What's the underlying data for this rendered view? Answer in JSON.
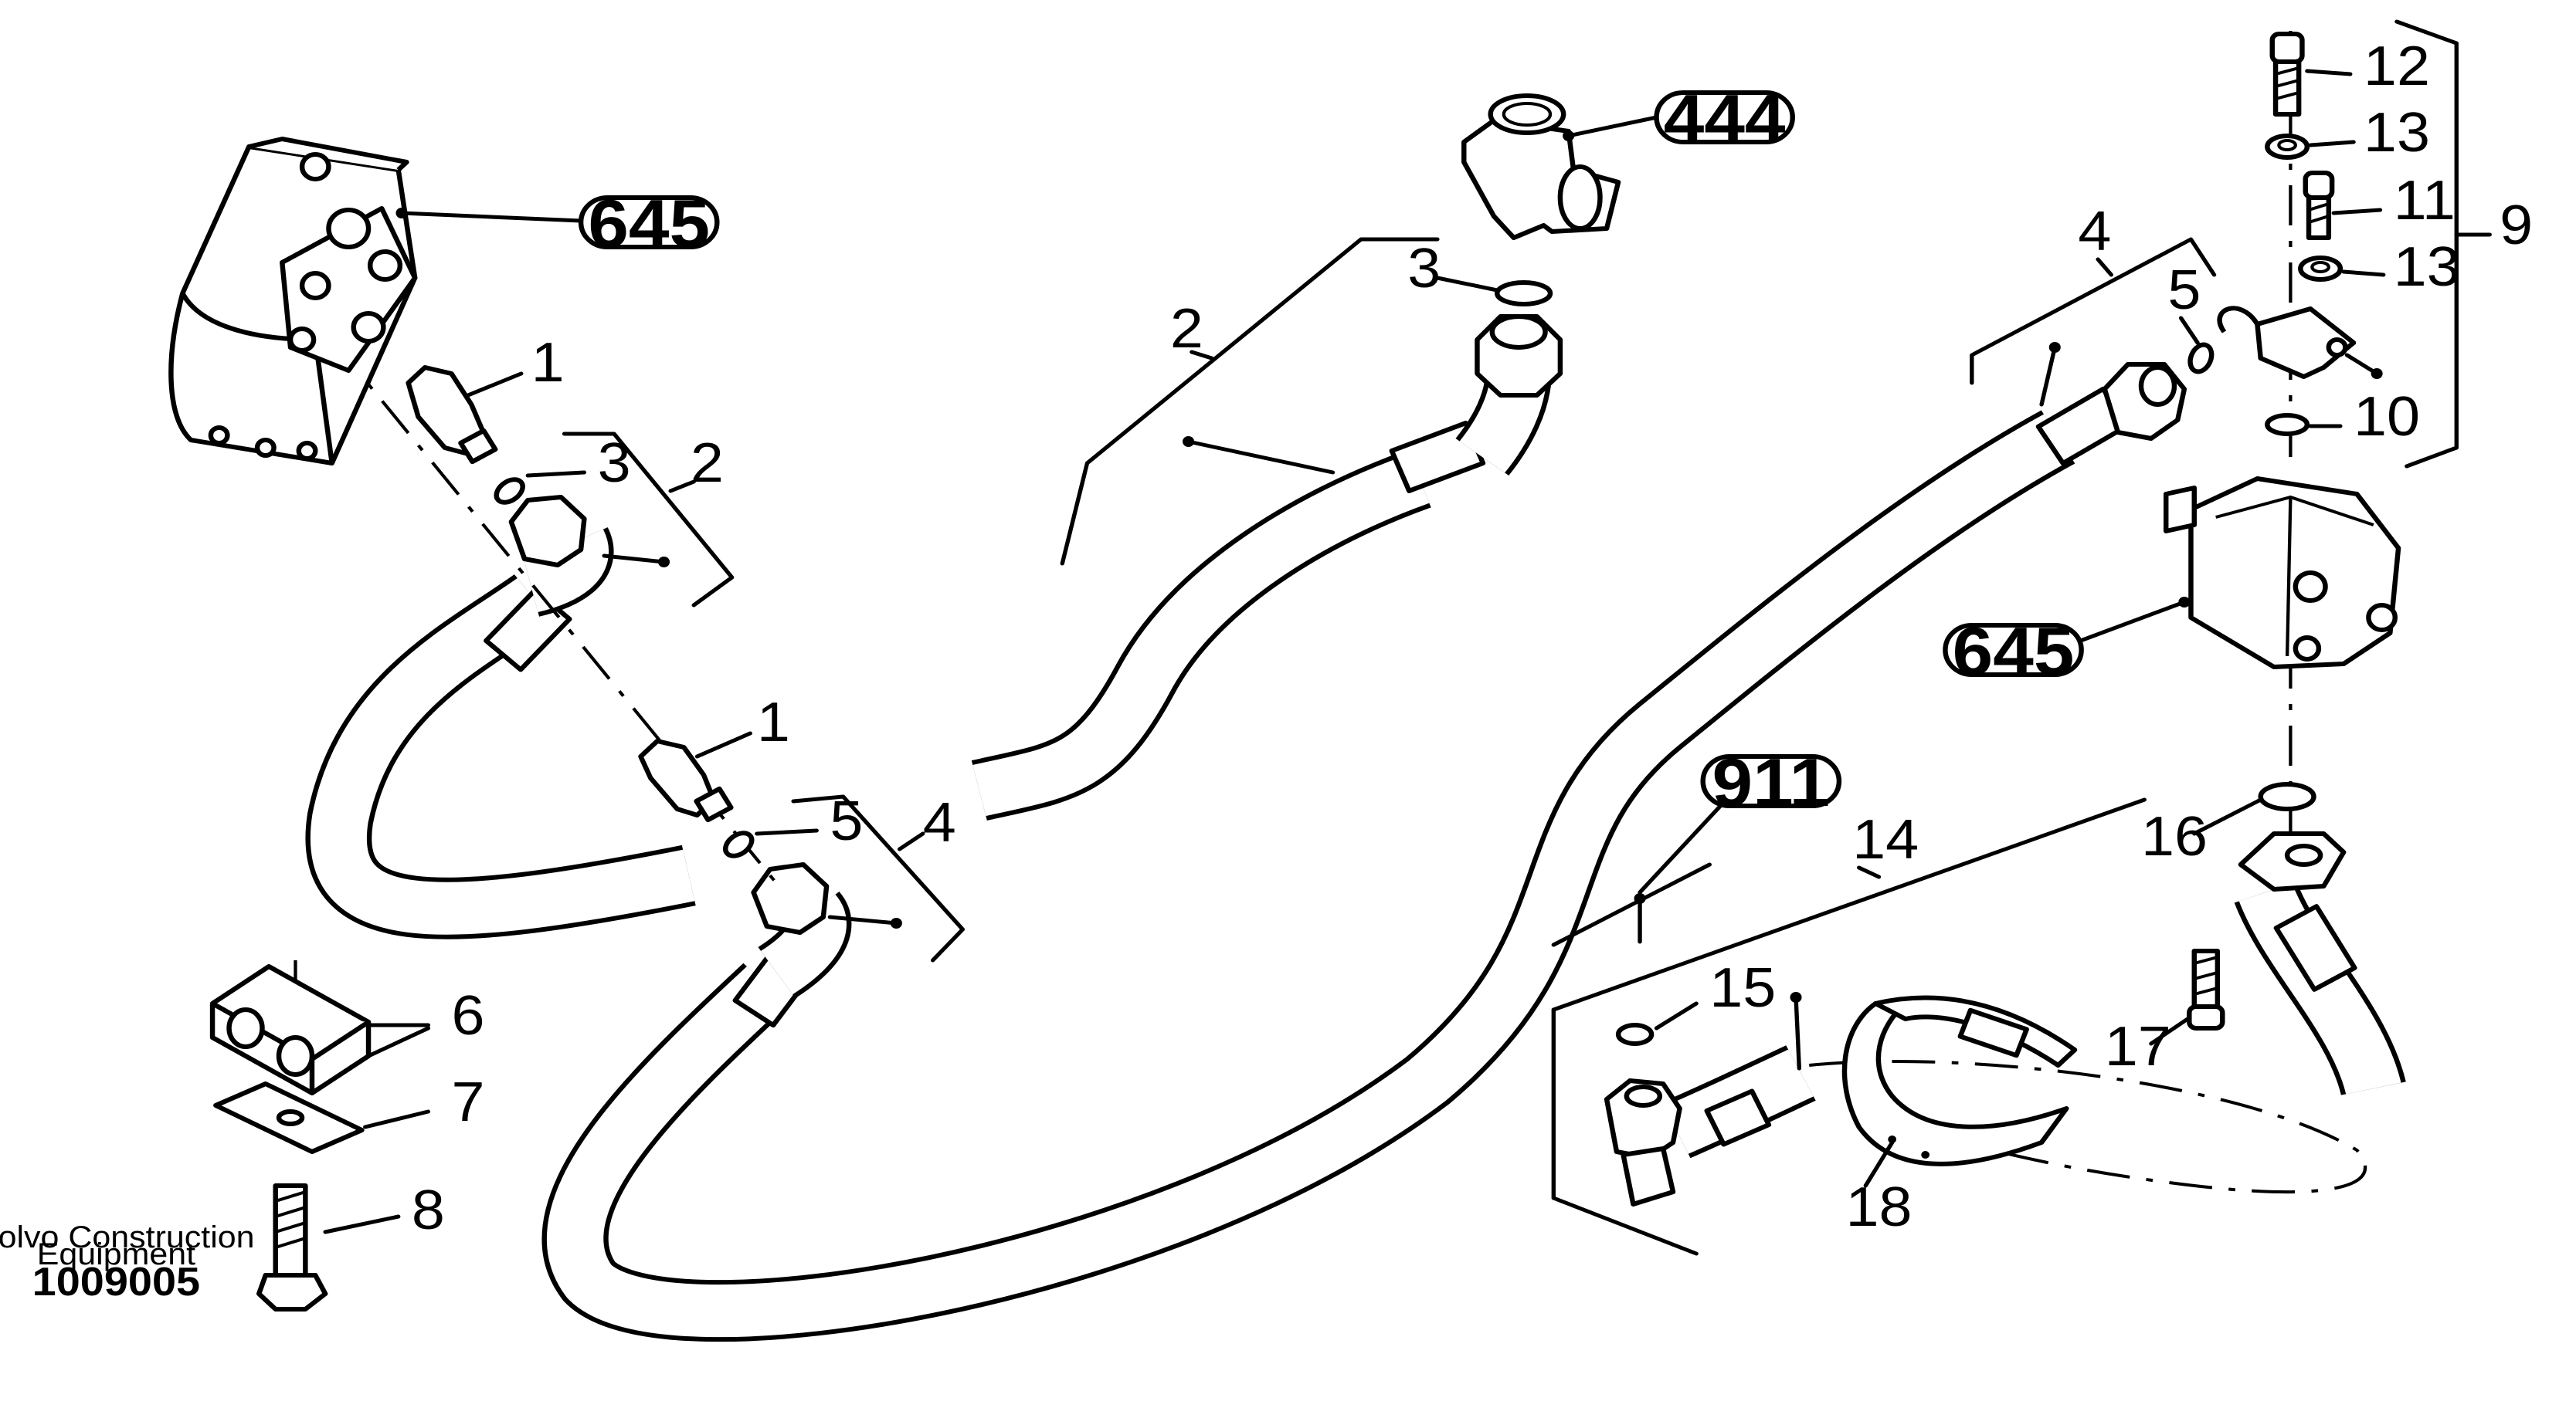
{
  "diagram": {
    "ref_labels": [
      "645",
      "444",
      "645",
      "911"
    ],
    "part_numbers": {
      "n1a": "1",
      "n1b": "1",
      "n2a": "2",
      "n2b": "2",
      "n3a": "3",
      "n3b": "3",
      "n4a": "4",
      "n4b": "4",
      "n5a": "5",
      "n5b": "5",
      "n6": "6",
      "n7": "7",
      "n8": "8",
      "n9": "9",
      "n10": "10",
      "n11": "11",
      "n12": "12",
      "n13a": "13",
      "n13b": "13",
      "n14": "14",
      "n15": "15",
      "n16": "16",
      "n17": "17",
      "n18": "18"
    },
    "brand_line1": "Volvo Construction",
    "brand_line2": "Equipment",
    "doc_id": "1009005"
  }
}
